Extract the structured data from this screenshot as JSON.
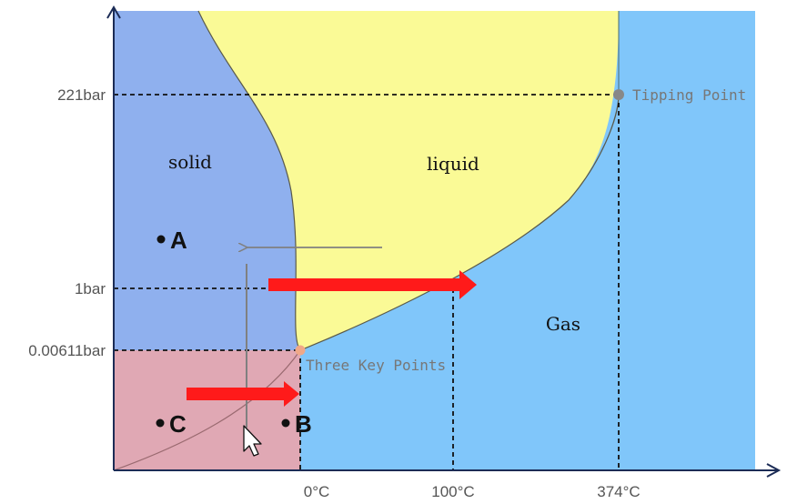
{
  "colors": {
    "solid": "#8fb0ee",
    "liquid": "#fafa96",
    "gas": "#80c6fa",
    "low_solid": "#e0a8b4",
    "axis": "#1c2c56",
    "arrow_red": "#ff1a1a",
    "guide_gray": "#808080",
    "point_gray": "#888888",
    "triple_point": "#f0a888"
  },
  "y_axis": {
    "ticks": [
      "221bar",
      "1bar",
      "0.00611bar"
    ]
  },
  "x_axis": {
    "ticks": [
      "0°C",
      "100°C",
      "374°C"
    ]
  },
  "regions": {
    "solid": "solid",
    "liquid": "liquid",
    "gas": "Gas"
  },
  "points": {
    "a": "A",
    "b": "B",
    "c": "C"
  },
  "annotations": {
    "tipping_point": "Tipping Point",
    "three_key_points": "Three Key Points"
  },
  "icons": {
    "cursor": "mouse-cursor-icon"
  }
}
